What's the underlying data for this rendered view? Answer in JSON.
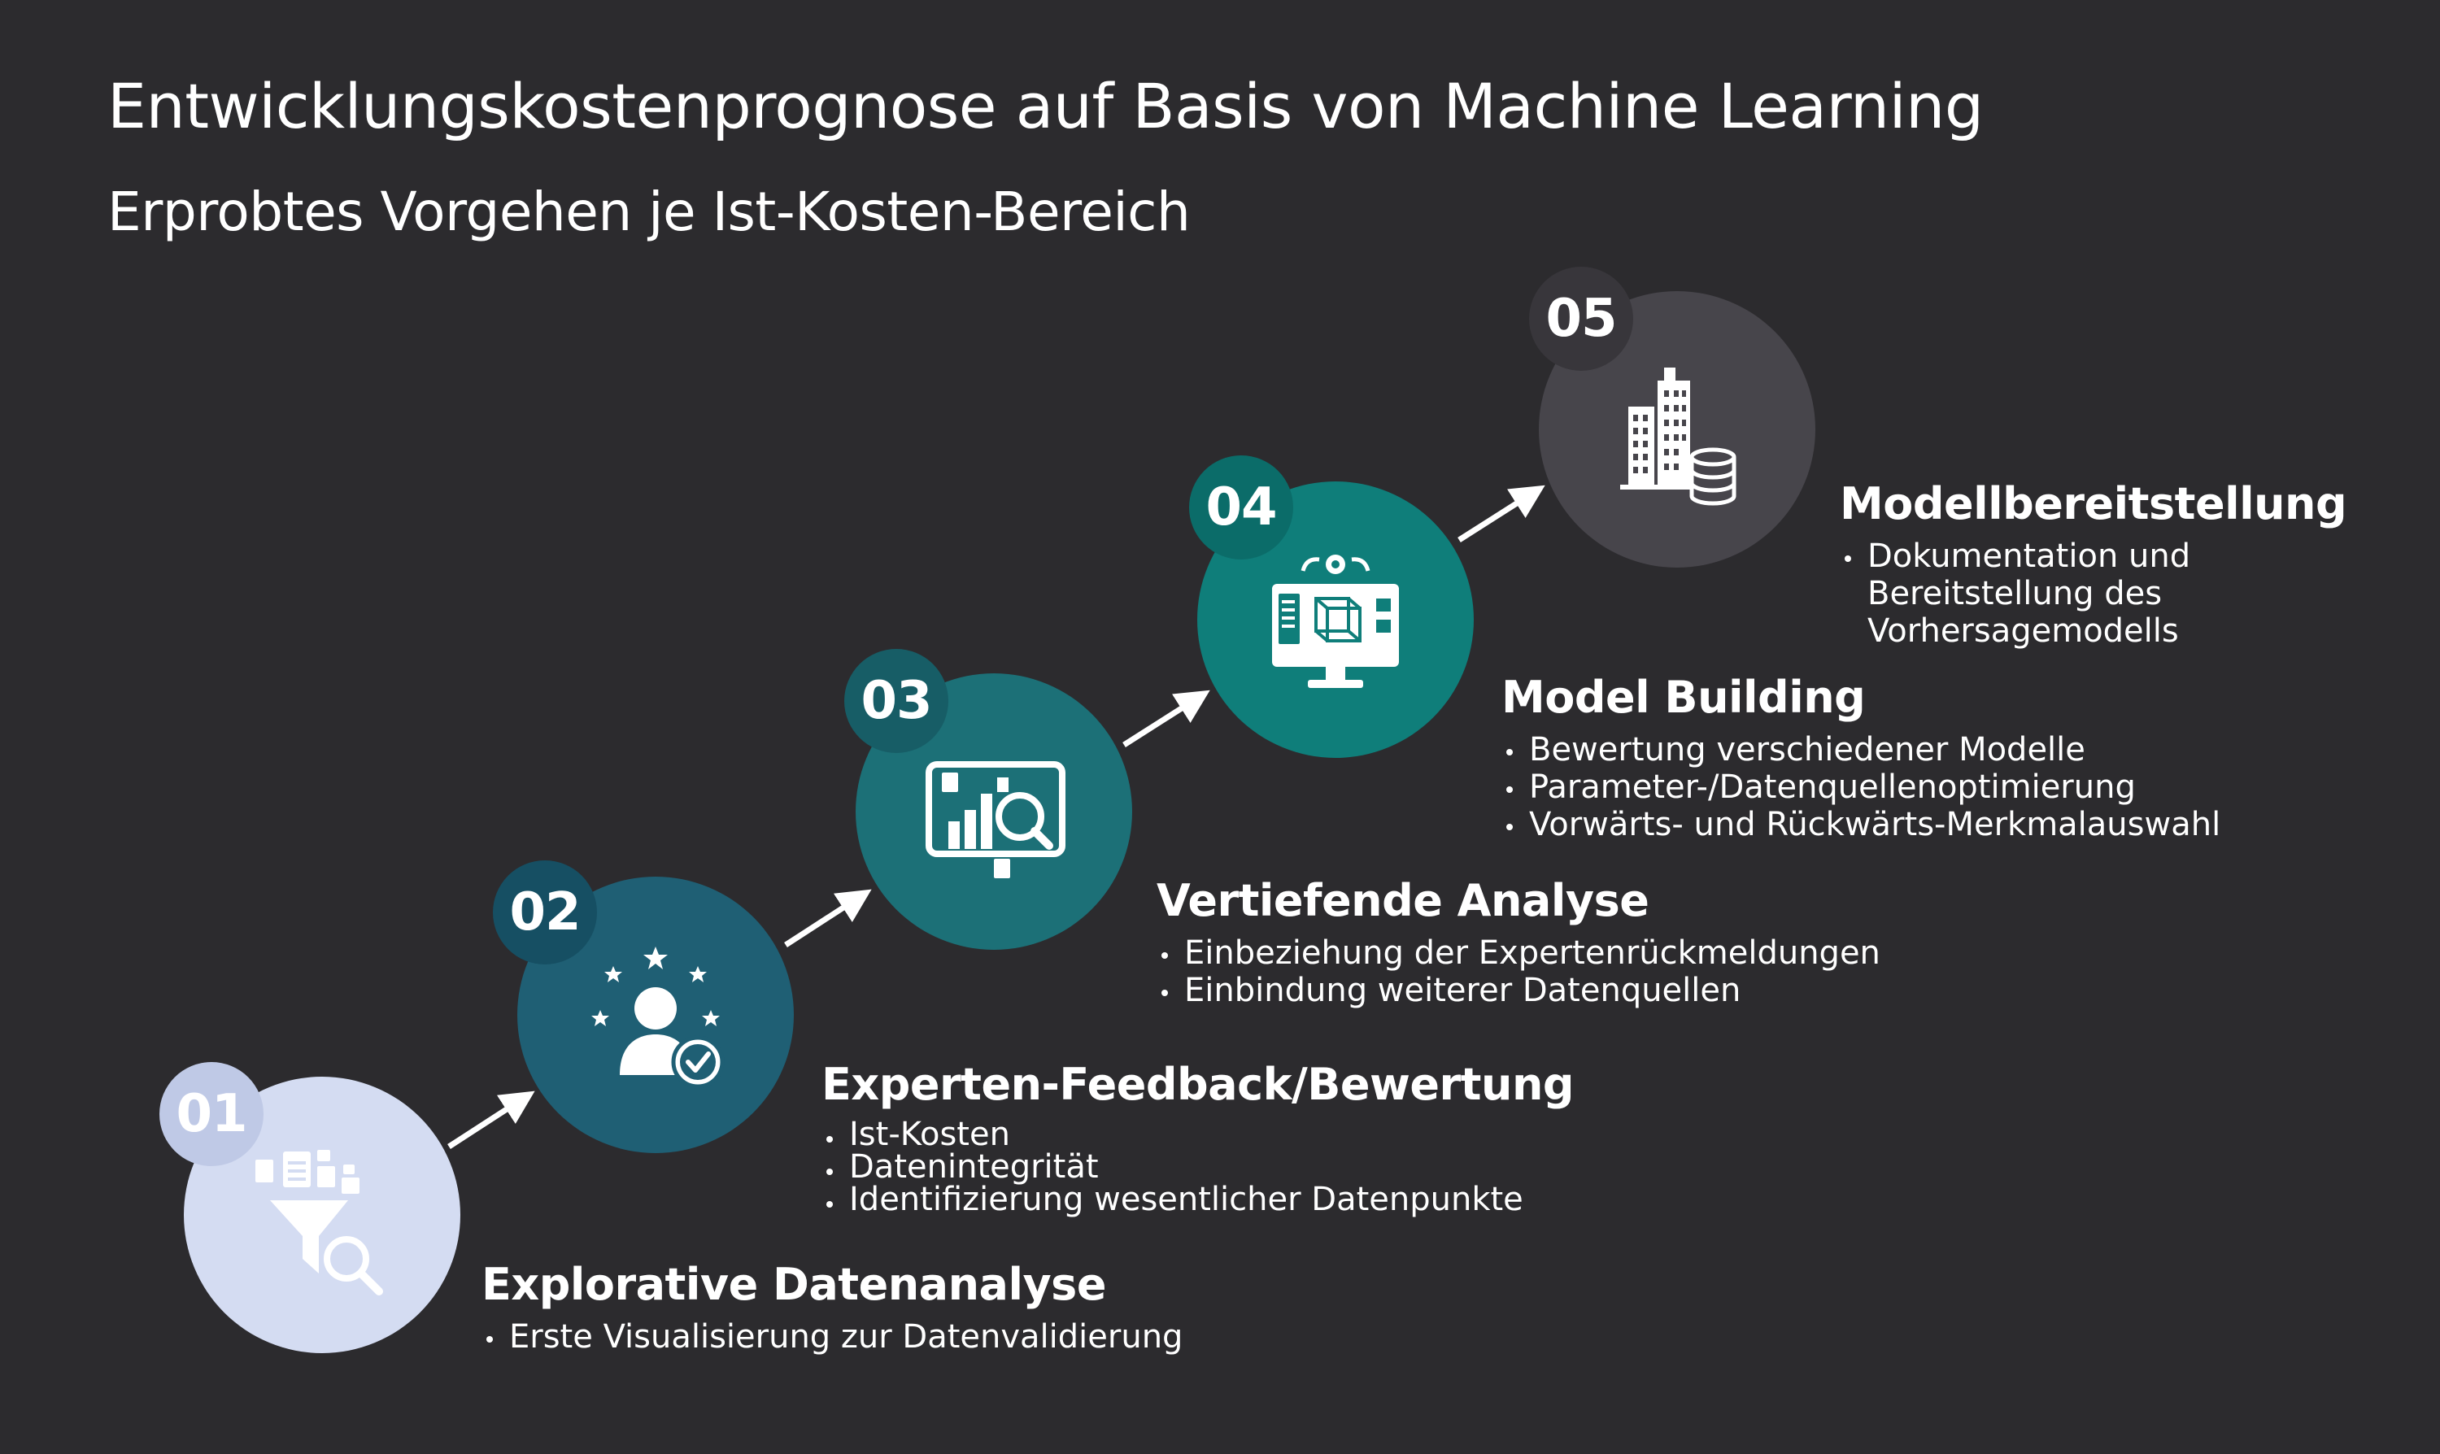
{
  "header": {
    "title": "Entwicklungskostenprognose auf Basis von Machine Learning",
    "subtitle": "Erprobtes Vorgehen je Ist-Kosten-Bereich"
  },
  "colors": {
    "background": "#2c2b2e",
    "step1": "#d4dcf2",
    "step1_badge": "#bfc9e6",
    "step2": "#1f5f74",
    "step2_badge": "#164f63",
    "step3": "#1c7077",
    "step3_badge": "#175d66",
    "step4": "#0f7e7a",
    "step4_badge": "#0b6c69",
    "step5": "#47454b",
    "step5_badge": "#38363b",
    "arrow": "#ffffff"
  },
  "steps": [
    {
      "number": "01",
      "icon": "data-funnel-icon",
      "title": "Explorative Datenanalyse",
      "bullets": [
        "Erste Visualisierung zur Datenvalidierung"
      ]
    },
    {
      "number": "02",
      "icon": "expert-rating-icon",
      "title": "Experten-Feedback/Bewertung",
      "bullets": [
        "Ist-Kosten",
        "Datenintegrität",
        "Identifizierung wesentlicher Datenpunkte"
      ]
    },
    {
      "number": "03",
      "icon": "analysis-board-icon",
      "title": "Vertiefende Analyse",
      "bullets": [
        "Einbeziehung der Expertenrückmeldungen",
        "Einbindung weiterer Datenquellen"
      ]
    },
    {
      "number": "04",
      "icon": "model-monitor-icon",
      "title": "Model Building",
      "bullets": [
        "Bewertung verschiedener Modelle",
        "Parameter-/Datenquellenoptimierung",
        "Vorwärts- und Rückwärts-Merkmalauswahl"
      ]
    },
    {
      "number": "05",
      "icon": "building-database-icon",
      "title": "Modellbereitstellung",
      "bullets": [
        "Dokumentation und",
        "Bereitstellung des",
        "Vorhersagemodells"
      ]
    }
  ]
}
